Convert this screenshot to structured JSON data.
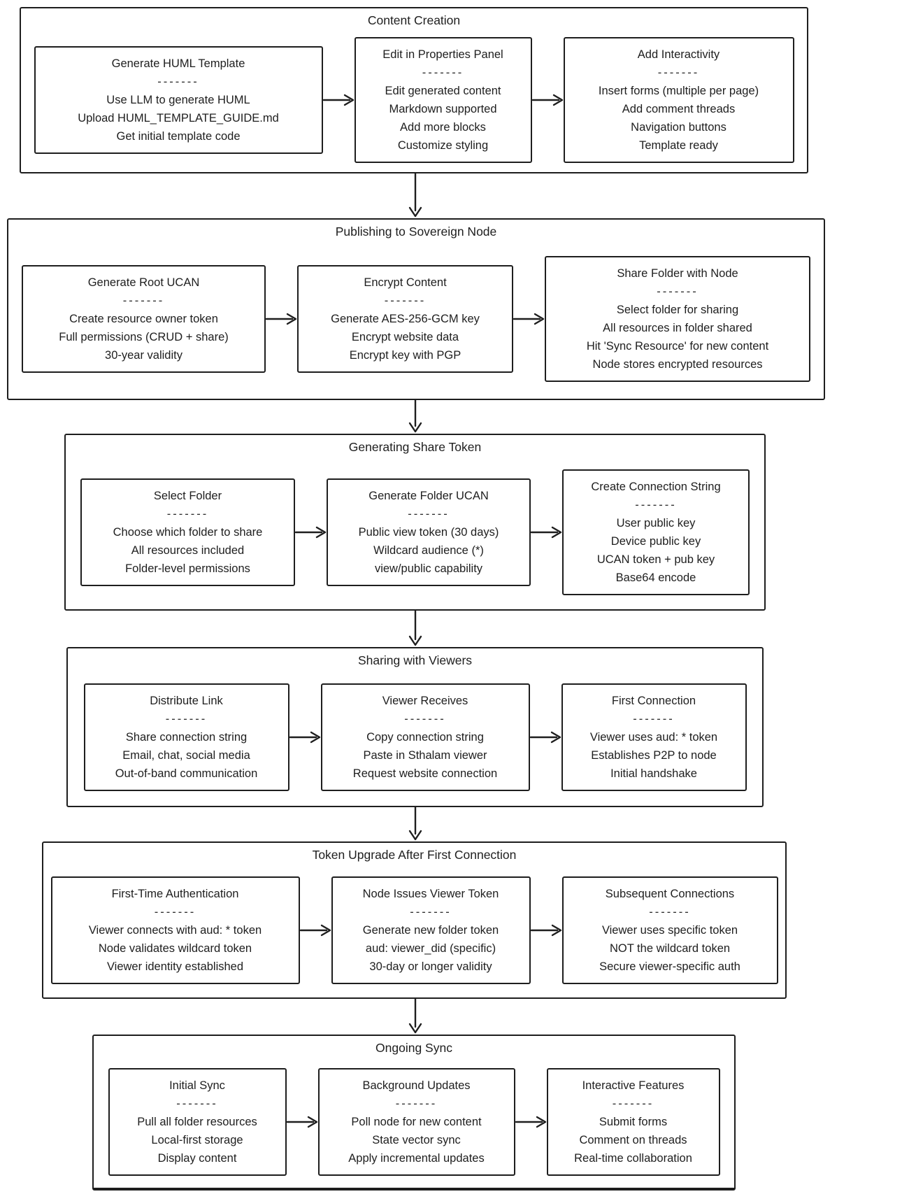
{
  "separator": "-------",
  "colors": {
    "stroke": "#1e1e1e",
    "background": "#ffffff"
  },
  "sections": [
    {
      "title": "Content Creation",
      "boxes": [
        {
          "title": "Generate HUML Template",
          "lines": [
            "Use LLM to generate HUML",
            "Upload HUML_TEMPLATE_GUIDE.md",
            "Get initial template code"
          ]
        },
        {
          "title": "Edit in Properties Panel",
          "lines": [
            "Edit generated content",
            "Markdown supported",
            "Add more blocks",
            "Customize styling"
          ]
        },
        {
          "title": "Add Interactivity",
          "lines": [
            "Insert forms (multiple per page)",
            "Add comment threads",
            "Navigation buttons",
            "Template ready"
          ]
        }
      ]
    },
    {
      "title": "Publishing to Sovereign Node",
      "boxes": [
        {
          "title": "Generate Root UCAN",
          "lines": [
            "Create resource owner token",
            "Full permissions (CRUD + share)",
            "30-year validity"
          ]
        },
        {
          "title": "Encrypt Content",
          "lines": [
            "Generate AES-256-GCM key",
            "Encrypt website data",
            "Encrypt key with PGP"
          ]
        },
        {
          "title": "Share Folder with Node",
          "lines": [
            "Select folder for sharing",
            "All resources in folder shared",
            "Hit 'Sync Resource' for new content",
            "Node stores encrypted resources"
          ]
        }
      ]
    },
    {
      "title": "Generating Share Token",
      "boxes": [
        {
          "title": "Select Folder",
          "lines": [
            "Choose which folder to share",
            "All resources included",
            "Folder-level permissions"
          ]
        },
        {
          "title": "Generate Folder UCAN",
          "lines": [
            "Public view token (30 days)",
            "Wildcard audience (*)",
            "view/public capability"
          ]
        },
        {
          "title": "Create Connection String",
          "lines": [
            "User public key",
            "Device public key",
            "UCAN token + pub key",
            "Base64 encode"
          ]
        }
      ]
    },
    {
      "title": "Sharing with Viewers",
      "boxes": [
        {
          "title": "Distribute Link",
          "lines": [
            "Share connection string",
            "Email, chat, social media",
            "Out-of-band communication"
          ]
        },
        {
          "title": "Viewer Receives",
          "lines": [
            "Copy connection string",
            "Paste in Sthalam viewer",
            "Request website connection"
          ]
        },
        {
          "title": "First Connection",
          "lines": [
            "Viewer uses aud: * token",
            "Establishes P2P to node",
            "Initial handshake"
          ]
        }
      ]
    },
    {
      "title": "Token Upgrade After First Connection",
      "boxes": [
        {
          "title": "First-Time Authentication",
          "lines": [
            "Viewer connects with aud: * token",
            "Node validates wildcard token",
            "Viewer identity established"
          ]
        },
        {
          "title": "Node Issues Viewer Token",
          "lines": [
            "Generate new folder token",
            "aud: viewer_did (specific)",
            "30-day or longer validity"
          ]
        },
        {
          "title": "Subsequent Connections",
          "lines": [
            "Viewer uses specific token",
            "NOT the wildcard token",
            "Secure viewer-specific auth"
          ]
        }
      ]
    },
    {
      "title": "Ongoing Sync",
      "boxes": [
        {
          "title": "Initial Sync",
          "lines": [
            "Pull all folder resources",
            "Local-first storage",
            "Display content"
          ]
        },
        {
          "title": "Background Updates",
          "lines": [
            "Poll node for new content",
            "State vector sync",
            "Apply incremental updates"
          ]
        },
        {
          "title": "Interactive Features",
          "lines": [
            "Submit forms",
            "Comment on threads",
            "Real-time collaboration"
          ]
        }
      ]
    }
  ]
}
